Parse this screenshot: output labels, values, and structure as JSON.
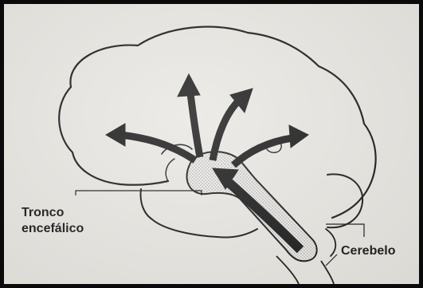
{
  "labels": {
    "brainstem_line1": "Tronco",
    "brainstem_line2": "encefálico",
    "cerebellum": "Cerebelo"
  },
  "colors": {
    "background": "#e9e7e2",
    "ink": "#1b1b1b",
    "frame": "#0a0a0a"
  },
  "icons": {
    "arrows": "projection-arrow-icon"
  }
}
